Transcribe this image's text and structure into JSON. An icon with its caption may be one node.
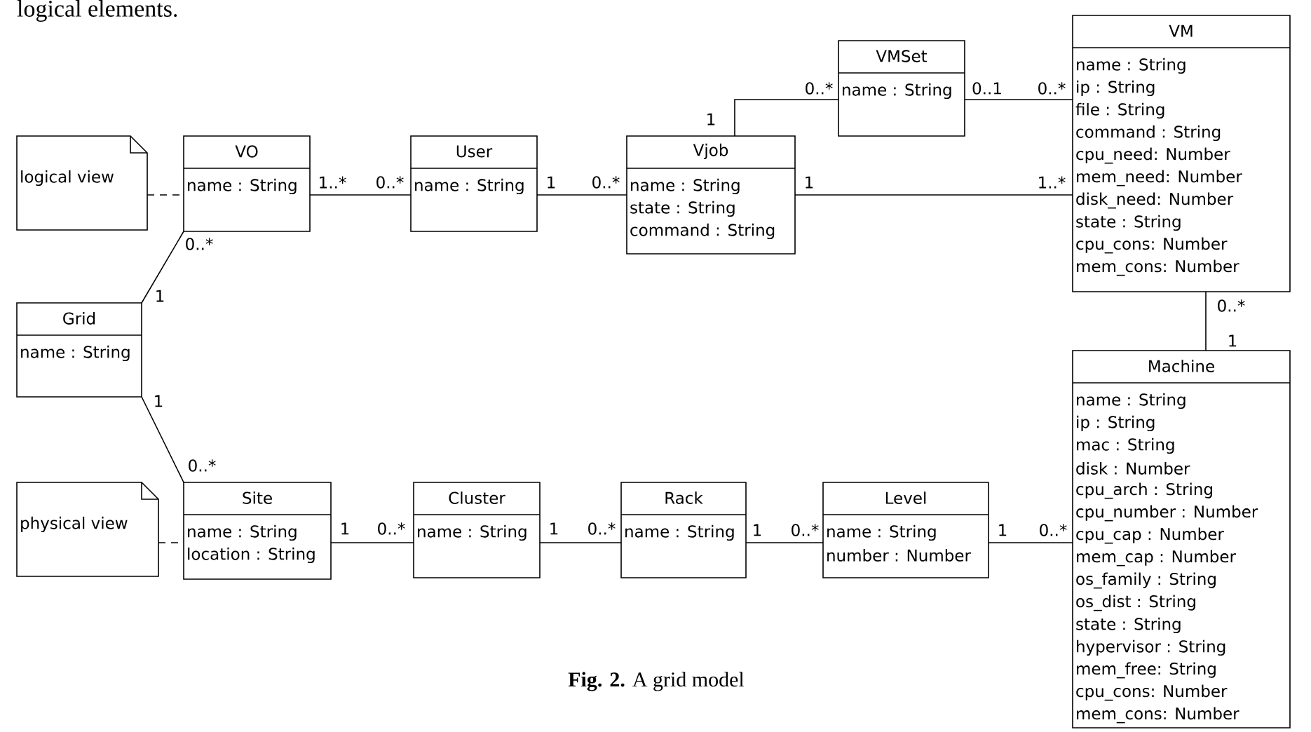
{
  "diagram": {
    "caption": "**Fig. 2.** A grid model",
    "nodes": [
      {
        "text": [
          "logical view"
        ]
      },
      {
        "text": [
          "VO",
          "name : String"
        ]
      },
      {
        "text": [
          "User",
          "name : String"
        ]
      },
      {
        "text": [
          "Vjob",
          "name : String",
          "state : String",
          "command : String"
        ]
      },
      {
        "text": [
          "VMSet",
          "name : String"
        ]
      },
      {
        "text": [
          "VM",
          "name : String",
          "ip : String",
          "file : String",
          "command : String",
          "cpu_need: Number",
          "mem_need: Number",
          "disk_need: Number",
          "state : String",
          "cpu_cons: Number",
          "mem_cons: Number"
        ]
      },
      {
        "text": [
          "Grid",
          "name : String"
        ]
      },
      {
        "text": [
          "Machine",
          "name : String",
          "ip : String",
          "mac : String",
          "disk : Number",
          "cpu_arch : String",
          "cpu_number : Number",
          "cpu_cap : Number",
          "mem_cap : Number",
          "os_family : String",
          "os_dist : String",
          "state : String",
          "hypervisor : String",
          "mem_free: String",
          "cpu_cons: Number",
          "mem_cons: Number"
        ]
      },
      {
        "text": [
          "physical view"
        ]
      },
      {
        "text": [
          "Site",
          "name : String",
          "location : String"
        ]
      },
      {
        "text": [
          "Cluster",
          "name : String"
        ]
      },
      {
        "text": [
          "Rack",
          "name : String"
        ]
      },
      {
        "text": [
          "Level",
          "name : String",
          "number : Number"
        ]
      }
    ],
    "edges": [
      {
        "from": 0,
        "to": 1,
        "arrow": "none",
        "style": "dashed"
      },
      {
        "from": 1,
        "to": 2,
        "arrow": "none"
      },
      {
        "from": 2,
        "to": 3,
        "arrow": "none"
      },
      {
        "from": 3,
        "to": 4,
        "arrow": "none"
      },
      {
        "from": 4,
        "to": 5,
        "arrow": "none"
      },
      {
        "from": 3,
        "to": 5,
        "arrow": "none"
      },
      {
        "from": 6,
        "to": 1,
        "arrow": "none"
      },
      {
        "from": 6,
        "to": 9,
        "arrow": "none"
      },
      {
        "from": 5,
        "to": 7,
        "arrow": "none"
      },
      {
        "from": 8,
        "to": 9,
        "arrow": "none",
        "style": "dashed"
      },
      {
        "from": 9,
        "to": 10,
        "arrow": "none"
      },
      {
        "from": 10,
        "to": 11,
        "arrow": "none"
      },
      {
        "from": 11,
        "to": 12,
        "arrow": "none"
      },
      {
        "from": 12,
        "to": 7,
        "arrow": "none"
      }
    ],
    "labels": [
      "logical elements.",
      "0..*",
      "0..1",
      "0..*",
      "1",
      "1..*",
      "0..*",
      "1",
      "0..*",
      "1",
      "1..*",
      "0..*",
      "1",
      "0..*",
      "1",
      "1",
      "0..*",
      "1",
      "0..*",
      "1",
      "0..*",
      "1",
      "0..*",
      "1",
      "0..*"
    ]
  }
}
